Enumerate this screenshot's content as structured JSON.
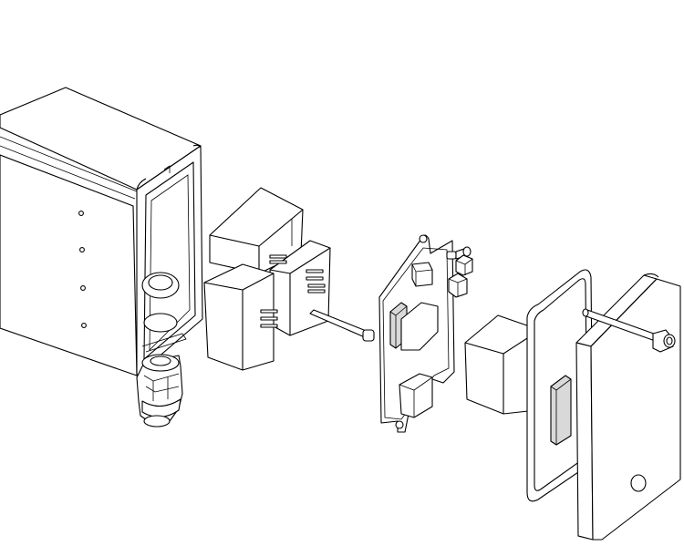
{
  "diagram": {
    "kind": "exploded-view line drawing",
    "background": "#ffffff",
    "line_color": "#000000",
    "components": [
      "enclosure-box",
      "cable-gland",
      "upper-relay-module",
      "lower-relay-module",
      "connecting-rod",
      "circuit-board",
      "small-cube-upper",
      "small-cube-lower",
      "screw",
      "rubber-gasket",
      "center-block",
      "front-cover-plate",
      "cover-pin"
    ]
  }
}
